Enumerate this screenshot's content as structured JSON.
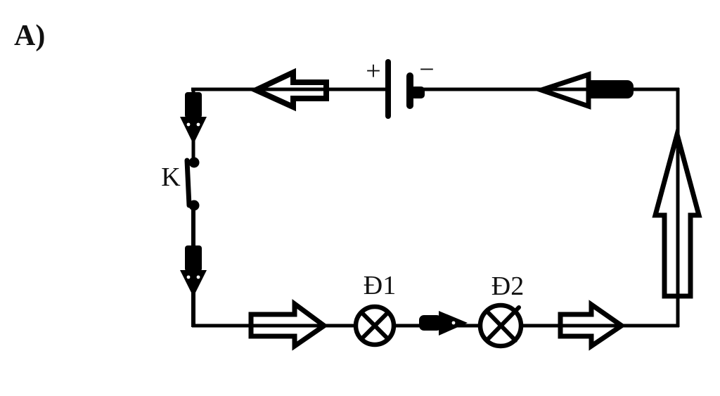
{
  "figure": {
    "label": "A)"
  },
  "diagram": {
    "type": "series-circuit",
    "background_color": "#ffffff",
    "line_color": "#000000",
    "label_color": "#111111",
    "battery": {
      "positive_label": "+",
      "negative_label": "−"
    },
    "switch": {
      "label": "K",
      "state": "closed"
    },
    "lamps": [
      {
        "label": "Đ1"
      },
      {
        "label": "Đ2"
      }
    ],
    "current_arrows": [
      {
        "name": "current-arrow-top-outer",
        "direction": "left",
        "style": "outline"
      },
      {
        "name": "current-arrow-top-inner",
        "direction": "left",
        "style": "solid-tail-outline-head"
      },
      {
        "name": "current-arrow-left-upper",
        "direction": "down",
        "style": "solid"
      },
      {
        "name": "current-arrow-left-lower",
        "direction": "down",
        "style": "solid"
      },
      {
        "name": "current-arrow-bottom-left",
        "direction": "right",
        "style": "outline"
      },
      {
        "name": "current-arrow-bottom-middle",
        "direction": "right",
        "style": "solid"
      },
      {
        "name": "current-arrow-bottom-right",
        "direction": "right",
        "style": "outline"
      },
      {
        "name": "current-arrow-right-side",
        "direction": "up",
        "style": "outline"
      }
    ]
  }
}
